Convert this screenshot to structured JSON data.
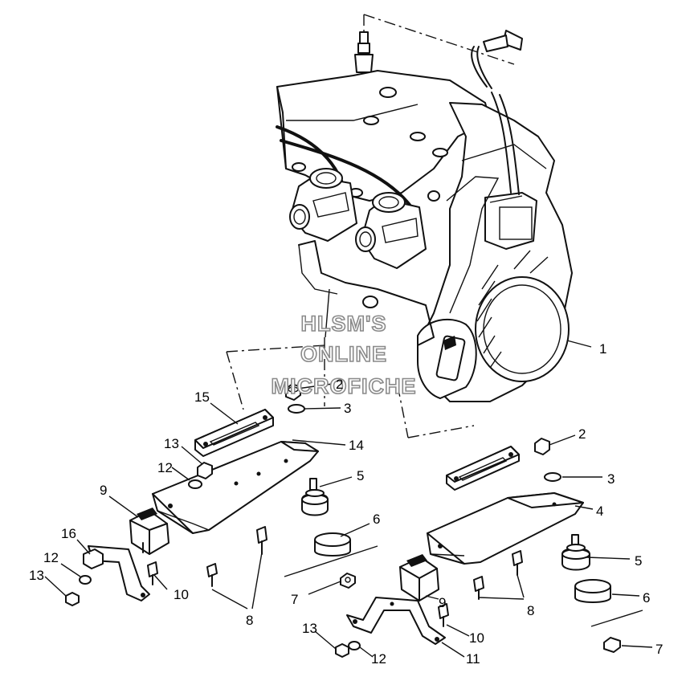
{
  "watermark": {
    "line1": "HLSM'S",
    "line2": "ONLINE",
    "line3": "MICROFICHE"
  },
  "callouts": [
    {
      "id": "c1",
      "text": "1"
    },
    {
      "id": "c2a",
      "text": "2"
    },
    {
      "id": "c3a",
      "text": "3"
    },
    {
      "id": "c15",
      "text": "15"
    },
    {
      "id": "c13a",
      "text": "13"
    },
    {
      "id": "c14",
      "text": "14"
    },
    {
      "id": "c12a",
      "text": "12"
    },
    {
      "id": "c9a",
      "text": "9"
    },
    {
      "id": "c5a",
      "text": "5"
    },
    {
      "id": "c16",
      "text": "16"
    },
    {
      "id": "c6a",
      "text": "6"
    },
    {
      "id": "c12b",
      "text": "12"
    },
    {
      "id": "c13b",
      "text": "13"
    },
    {
      "id": "c10a",
      "text": "10"
    },
    {
      "id": "c7a",
      "text": "7"
    },
    {
      "id": "c8a",
      "text": "8"
    },
    {
      "id": "c2b",
      "text": "2"
    },
    {
      "id": "c3b",
      "text": "3"
    },
    {
      "id": "c4",
      "text": "4"
    },
    {
      "id": "c5b",
      "text": "5"
    },
    {
      "id": "c6b",
      "text": "6"
    },
    {
      "id": "c9b",
      "text": "9"
    },
    {
      "id": "c8b",
      "text": "8"
    },
    {
      "id": "c10b",
      "text": "10"
    },
    {
      "id": "c13c",
      "text": "13"
    },
    {
      "id": "c12c",
      "text": "12"
    },
    {
      "id": "c11",
      "text": "11"
    },
    {
      "id": "c7b",
      "text": "7"
    }
  ]
}
